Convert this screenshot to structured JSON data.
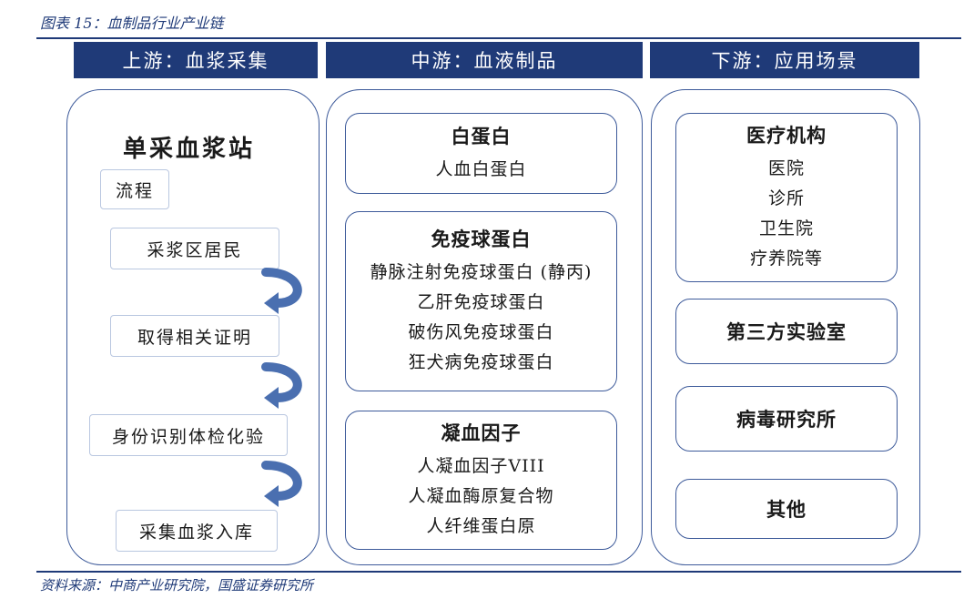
{
  "caption": "图表 15：血制品行业产业链",
  "source": "资料来源：中商产业研究院，国盛证券研究所",
  "columns": {
    "upstream": {
      "header": "上游：血浆采集",
      "station": "单采血浆站",
      "flow_label": "流程",
      "steps": [
        "采浆区居民",
        "取得相关证明",
        "身份识别体检化验",
        "采集血浆入库"
      ]
    },
    "midstream": {
      "header": "中游：血液制品",
      "groups": [
        {
          "title": "白蛋白",
          "items": [
            "人血白蛋白"
          ]
        },
        {
          "title": "免疫球蛋白",
          "items": [
            "静脉注射免疫球蛋白 (静丙)",
            "乙肝免疫球蛋白",
            "破伤风免疫球蛋白",
            "狂犬病免疫球蛋白"
          ]
        },
        {
          "title": "凝血因子",
          "items": [
            "人凝血因子VIII",
            "人凝血酶原复合物",
            "人纤维蛋白原"
          ]
        }
      ]
    },
    "downstream": {
      "header": "下游：应用场景",
      "medical": {
        "title": "医疗机构",
        "items": [
          "医院",
          "诊所",
          "卫生院",
          "疗养院等"
        ]
      },
      "others": [
        "第三方实验室",
        "病毒研究所",
        "其他"
      ]
    }
  },
  "colors": {
    "navy": "#1f3a78",
    "border": "#3d5a9a",
    "arrow": "#4a6fb0"
  }
}
